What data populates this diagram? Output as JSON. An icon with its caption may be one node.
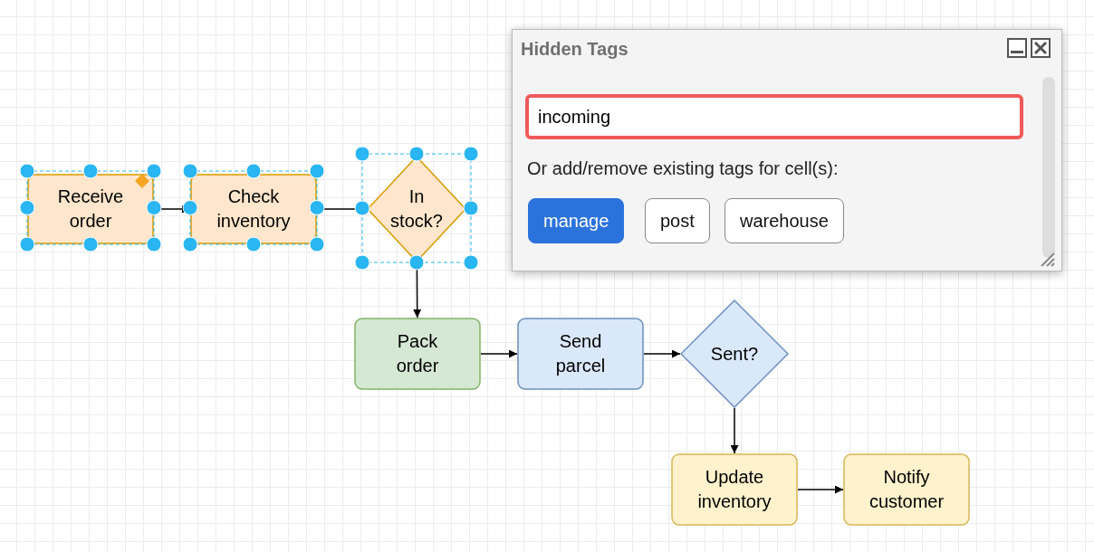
{
  "diagram": {
    "nodes": [
      {
        "text": [
          "Receive order"
        ]
      },
      {
        "text": [
          "Check inventory"
        ]
      },
      {
        "text": [
          "In stock?"
        ]
      },
      {
        "text": [
          "Pack order"
        ]
      },
      {
        "text": [
          "Send parcel"
        ]
      },
      {
        "text": [
          "Sent?"
        ]
      },
      {
        "text": [
          "Update inventory"
        ]
      },
      {
        "text": [
          "Notify customer"
        ]
      }
    ],
    "edges": [
      {
        "from": 0,
        "to": 1,
        "arrow": "to"
      },
      {
        "from": 1,
        "to": 2,
        "arrow": "to"
      },
      {
        "from": 2,
        "to": 3,
        "arrow": "to"
      },
      {
        "from": 3,
        "to": 4,
        "arrow": "to"
      },
      {
        "from": 4,
        "to": 5,
        "arrow": "to"
      },
      {
        "from": 5,
        "to": 6,
        "arrow": "to"
      },
      {
        "from": 6,
        "to": 7,
        "arrow": "to"
      }
    ],
    "labels": [
      "Hidden Tags",
      "incoming",
      "Or add/remove existing tags for cell(s):",
      "manage",
      "post",
      "warehouse"
    ]
  }
}
